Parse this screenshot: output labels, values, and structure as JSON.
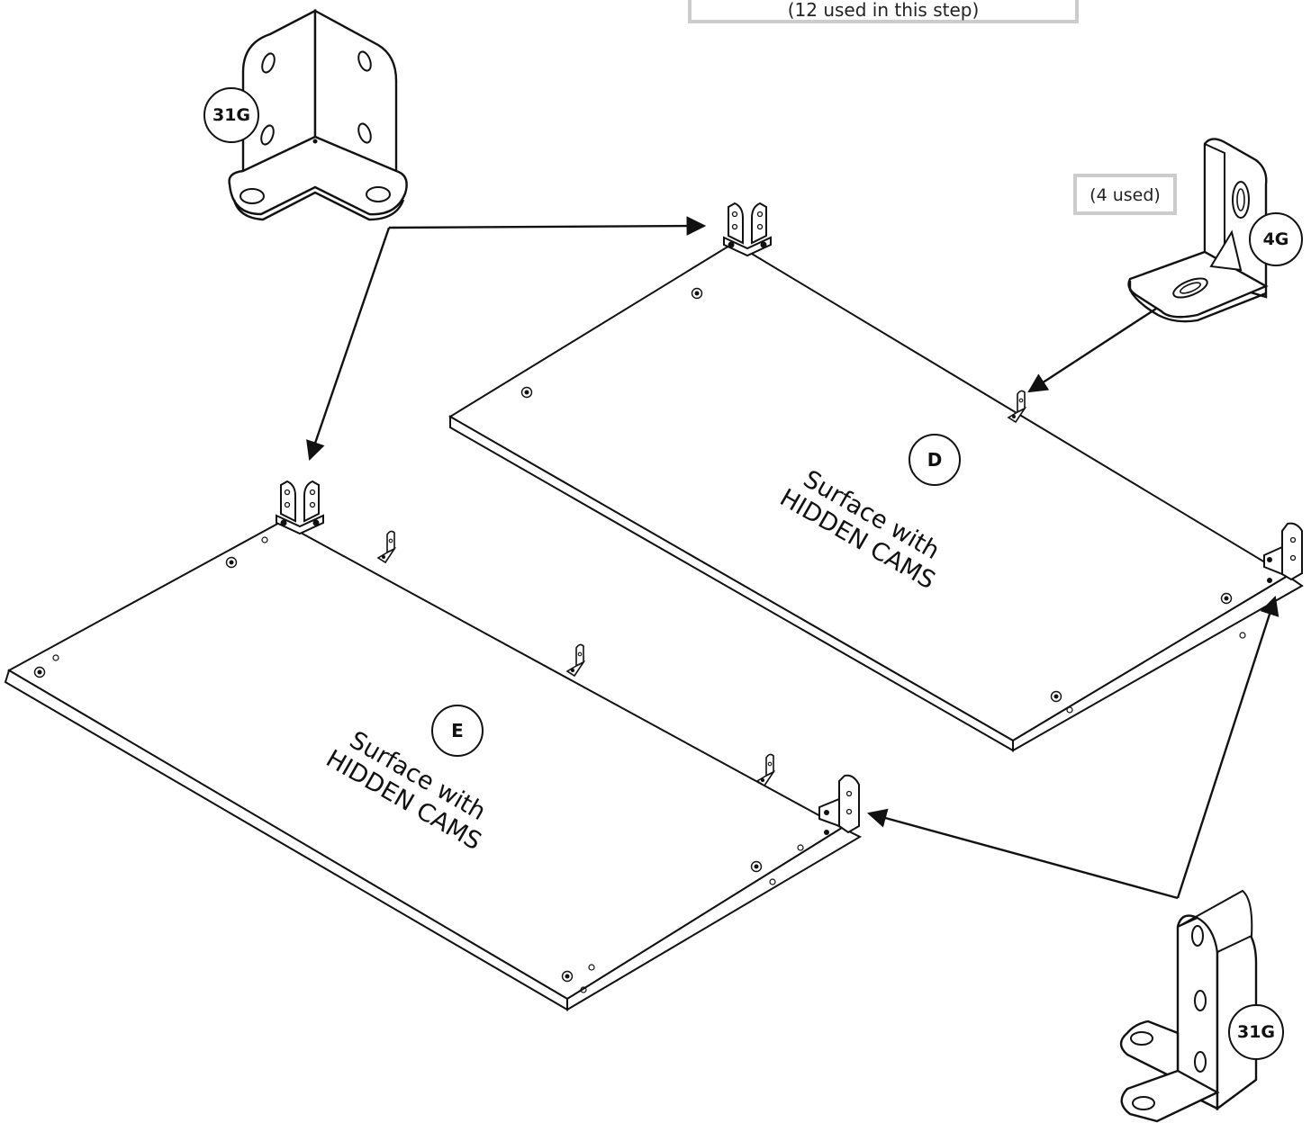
{
  "callouts": {
    "top_note": "(12 used in this step)",
    "bracket_4g_count": "(4 used)"
  },
  "parts": {
    "bracket_31g_top": "31G",
    "bracket_4g": "4G",
    "bracket_31g_bottom": "31G"
  },
  "panels": {
    "d": {
      "id": "D",
      "line1": "Surface with",
      "line2": "HIDDEN CAMS"
    },
    "e": {
      "id": "E",
      "line1": "Surface with",
      "line2": "HIDDEN CAMS"
    }
  }
}
